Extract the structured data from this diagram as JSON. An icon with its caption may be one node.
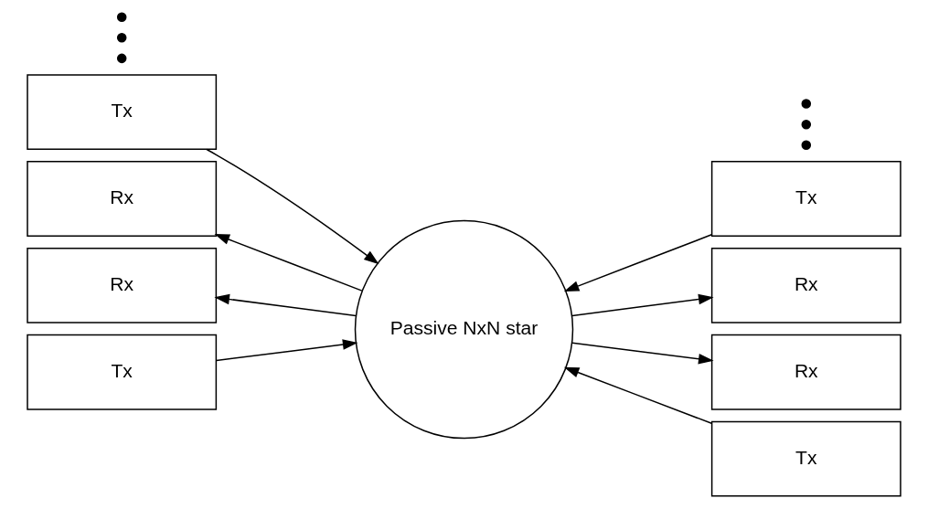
{
  "diagram": {
    "nodes": [
      {
        "text": [
          "Tx"
        ]
      },
      {
        "text": [
          "Rx"
        ]
      },
      {
        "text": [
          "Tx"
        ]
      },
      {
        "text": [
          "Rx"
        ]
      },
      {
        "text": [
          "Passive NxN star"
        ]
      },
      {
        "text": [
          "Tx"
        ]
      },
      {
        "text": [
          "Rx"
        ]
      },
      {
        "text": [
          "Tx"
        ]
      },
      {
        "text": [
          "Rx"
        ]
      }
    ],
    "edges": [
      {
        "from": 0,
        "to": 4,
        "arrow": "to"
      },
      {
        "from": 4,
        "to": 1,
        "arrow": "to"
      },
      {
        "from": 2,
        "to": 4,
        "arrow": "to"
      },
      {
        "from": 4,
        "to": 3,
        "arrow": "to"
      },
      {
        "from": 5,
        "to": 4,
        "arrow": "to"
      },
      {
        "from": 4,
        "to": 6,
        "arrow": "to"
      },
      {
        "from": 7,
        "to": 4,
        "arrow": "to"
      },
      {
        "from": 4,
        "to": 8,
        "arrow": "to"
      }
    ]
  }
}
